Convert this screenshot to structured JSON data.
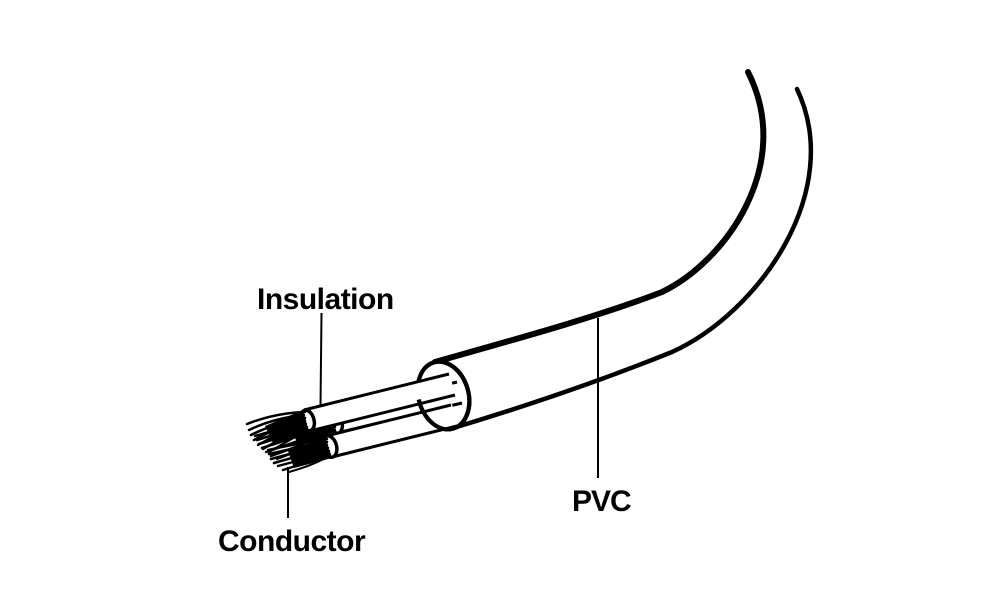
{
  "diagram": {
    "labels": {
      "insulation": "Insulation",
      "conductor": "Conductor",
      "pvc": "PVC"
    },
    "colors": {
      "line": "#000000",
      "background": "#ffffff"
    }
  }
}
